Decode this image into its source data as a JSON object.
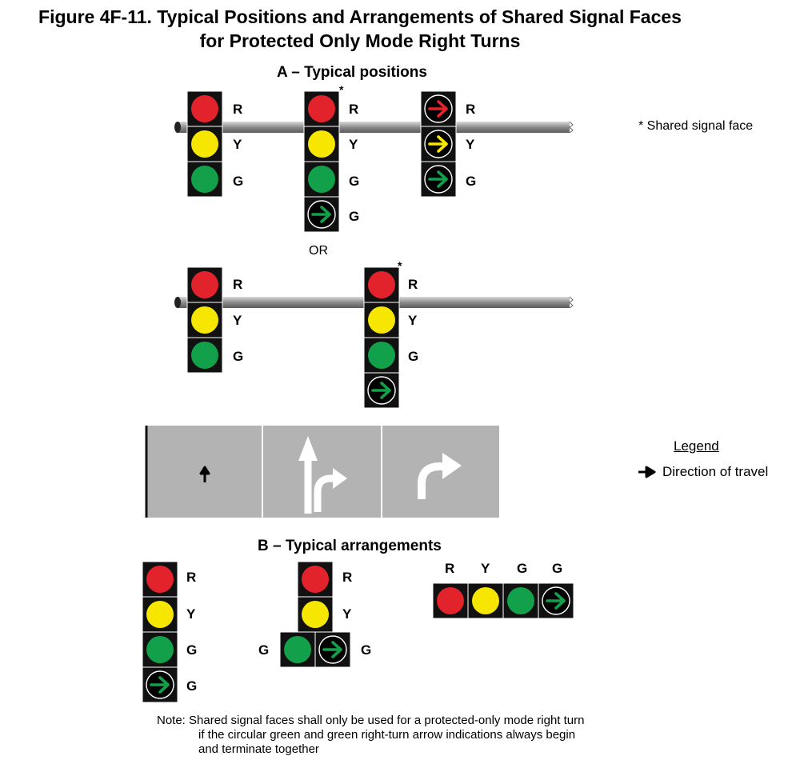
{
  "title": {
    "line1": "Figure 4F-11.  Typical Positions and Arrangements of Shared Signal Faces",
    "line2": "for Protected Only Mode Right Turns"
  },
  "section_a": {
    "heading": "A – Typical positions",
    "or_label": "OR"
  },
  "section_b": {
    "heading": "B – Typical arrangements"
  },
  "shared_note": "* Shared signal face",
  "star": "*",
  "legend": {
    "title": "Legend",
    "item": "Direction of travel",
    "icon": "black-arrow-right-icon"
  },
  "letters": {
    "red": "R",
    "yellow": "Y",
    "green": "G"
  },
  "colors": {
    "housing": "#111111",
    "red": "#e3232c",
    "yellow": "#f6e600",
    "green": "#12a14a",
    "pole": "#8c8c8c",
    "pavement": "#b3b3b3"
  },
  "note": {
    "line1": "Note:  Shared signal faces shall only be used for a protected-only mode right turn",
    "line2": "if the circular green and green right-turn arrow indications always begin",
    "line3": "and terminate together"
  }
}
